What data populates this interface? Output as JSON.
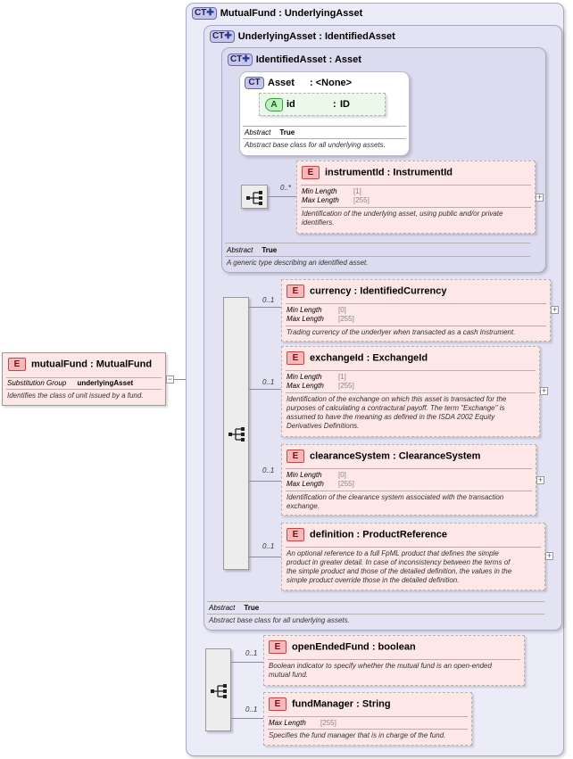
{
  "root": {
    "badge": "E",
    "name": "mutualFund",
    "type": "MutualFund",
    "subst_label": "Substitution Group",
    "subst_value": "underlyingAsset",
    "description": "Identifies the class of unit issued by a fund."
  },
  "ct_mutualfund": {
    "badge": "CT",
    "name": "MutualFund",
    "base": "UnderlyingAsset"
  },
  "ct_underlying": {
    "badge": "CT",
    "name": "UnderlyingAsset",
    "base": "IdentifiedAsset",
    "abstract_label": "Abstract",
    "abstract_value": "True",
    "description": "Abstract base class for all underlying assets."
  },
  "ct_identified": {
    "badge": "CT",
    "name": "IdentifiedAsset",
    "base": "Asset",
    "abstract_label": "Abstract",
    "abstract_value": "True",
    "description": "A generic type describing an identified asset."
  },
  "ct_asset": {
    "badge": "CT",
    "name": "Asset",
    "base": "<None>",
    "attr_badge": "A",
    "attr_name": "id",
    "attr_type": "ID",
    "abstract_label": "Abstract",
    "abstract_value": "True",
    "description": "Abstract base class for all underlying assets."
  },
  "instrumentId": {
    "card": "0..*",
    "badge": "E",
    "name": "instrumentId",
    "type": "InstrumentId",
    "f1_label": "Min Length",
    "f1_value": "[1]",
    "f2_label": "Max Length",
    "f2_value": "[255]",
    "desc1": "Identification of the underlying asset, using public and/or private",
    "desc2": "identifiers."
  },
  "currency": {
    "card": "0..1",
    "badge": "E",
    "name": "currency",
    "type": "IdentifiedCurrency",
    "f1_label": "Min Length",
    "f1_value": "[0]",
    "f2_label": "Max Length",
    "f2_value": "[255]",
    "desc1": "Trading currency of the underlyer when transacted as a cash instrument."
  },
  "exchangeId": {
    "card": "0..1",
    "badge": "E",
    "name": "exchangeId",
    "type": "ExchangeId",
    "f1_label": "Min Length",
    "f1_value": "[1]",
    "f2_label": "Max Length",
    "f2_value": "[255]",
    "desc1": "Identification of the exchange on which this asset is transacted for the",
    "desc2": "purposes of calculating a contractural payoff. The term \"Exchange\" is",
    "desc3": "assumed to have the meaning as defined in the ISDA 2002 Equity",
    "desc4": "Derivatives Definitions."
  },
  "clearanceSystem": {
    "card": "0..1",
    "badge": "E",
    "name": "clearanceSystem",
    "type": "ClearanceSystem",
    "f1_label": "Min Length",
    "f1_value": "[0]",
    "f2_label": "Max Length",
    "f2_value": "[255]",
    "desc1": "Identification of the clearance system associated with the transaction",
    "desc2": "exchange."
  },
  "definition": {
    "card": "0..1",
    "badge": "E",
    "name": "definition",
    "type": "ProductReference",
    "desc1": "An optional reference to a full FpML product that defines the simple",
    "desc2": "product in greater detail. In case of inconsistency between the terms of",
    "desc3": "the simple product and those of the detailed definition, the values in the",
    "desc4": "simple product override those in the detailed definition."
  },
  "openEndedFund": {
    "card": "0..1",
    "badge": "E",
    "name": "openEndedFund",
    "type": "boolean",
    "desc1": "Boolean indicator to specify whether the mutual fund is an open-ended",
    "desc2": "mutual fund."
  },
  "fundManager": {
    "card": "0..1",
    "badge": "E",
    "name": "fundManager",
    "type": "String",
    "f1_label": "Max Length",
    "f1_value": "[255]",
    "desc1": "Specifies the fund manager that is in charge of the fund."
  },
  "colors": {
    "ct_badge": "#c7c6ec",
    "element_fill": "#fde7e7",
    "element_badge": "#f6b8b8",
    "attr_badge": "#bff0bf",
    "container": "#ecebf8"
  }
}
